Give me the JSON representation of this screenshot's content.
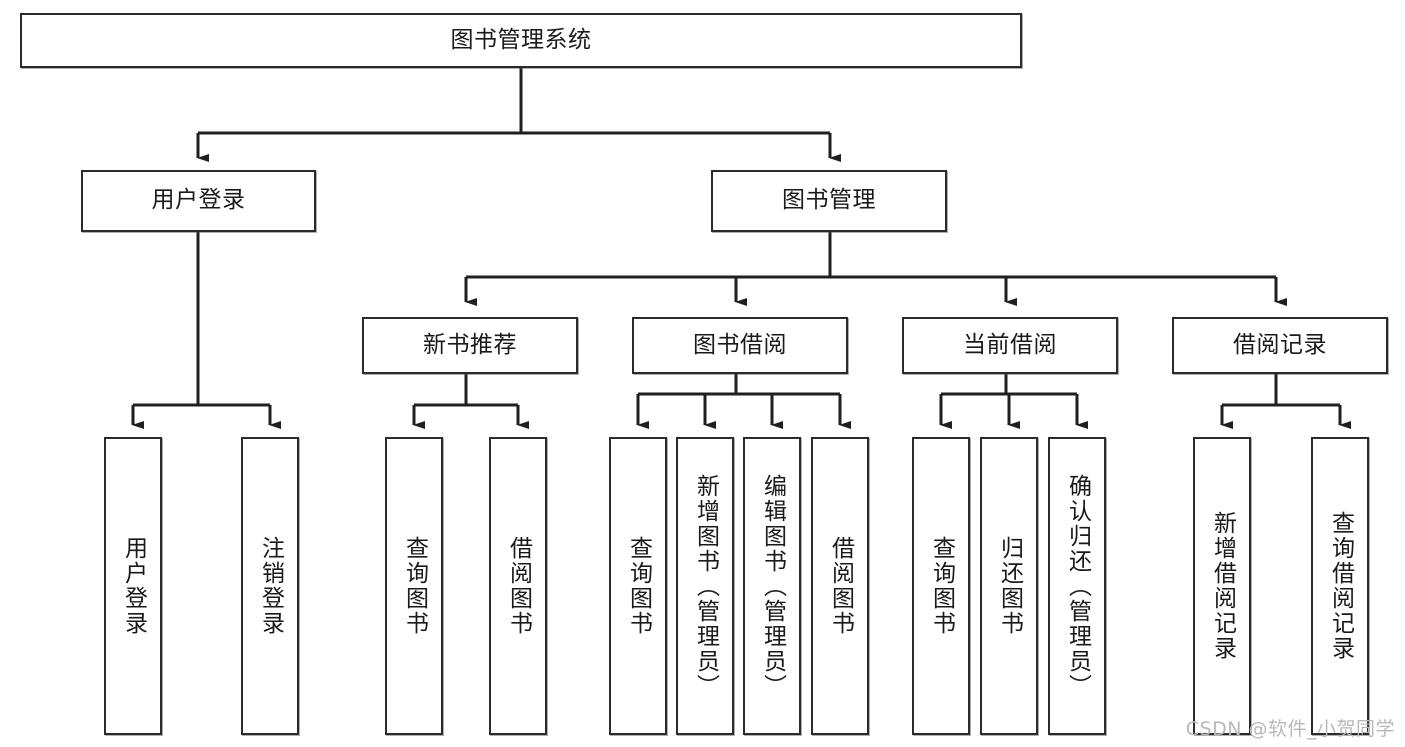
{
  "diagram": {
    "title": "图书管理系统",
    "type": "tree-hierarchy",
    "root": {
      "label": "图书管理系统",
      "orientation": "horizontal"
    },
    "level1": [
      {
        "label": "用户登录",
        "orientation": "horizontal"
      },
      {
        "label": "图书管理",
        "orientation": "horizontal"
      }
    ],
    "level2": [
      {
        "label": "新书推荐",
        "orientation": "horizontal",
        "parent": "图书管理"
      },
      {
        "label": "图书借阅",
        "orientation": "horizontal",
        "parent": "图书管理"
      },
      {
        "label": "当前借阅",
        "orientation": "horizontal",
        "parent": "图书管理"
      },
      {
        "label": "借阅记录",
        "orientation": "horizontal",
        "parent": "图书管理"
      }
    ],
    "leaves": [
      {
        "label": "用户登录",
        "orientation": "vertical",
        "parent": "用户登录"
      },
      {
        "label": "注销登录",
        "orientation": "vertical",
        "parent": "用户登录"
      },
      {
        "label": "查询图书",
        "orientation": "vertical",
        "parent": "新书推荐"
      },
      {
        "label": "借阅图书",
        "orientation": "vertical",
        "parent": "新书推荐"
      },
      {
        "label": "查询图书",
        "orientation": "vertical",
        "parent": "图书借阅"
      },
      {
        "label": "新增图书（管理员）",
        "orientation": "vertical",
        "parent": "图书借阅"
      },
      {
        "label": "编辑图书（管理员）",
        "orientation": "vertical",
        "parent": "图书借阅"
      },
      {
        "label": "借阅图书",
        "orientation": "vertical",
        "parent": "图书借阅"
      },
      {
        "label": "查询图书",
        "orientation": "vertical",
        "parent": "当前借阅"
      },
      {
        "label": "归还图书",
        "orientation": "vertical",
        "parent": "当前借阅"
      },
      {
        "label": "确认归还（管理员）",
        "orientation": "vertical",
        "parent": "当前借阅"
      },
      {
        "label": "新增借阅记录",
        "orientation": "vertical",
        "parent": "借阅记录"
      },
      {
        "label": "查询借阅记录",
        "orientation": "vertical",
        "parent": "借阅记录"
      }
    ],
    "colors": {
      "border": "#2b2b2b",
      "background": "#ffffff",
      "text": "#1a1a1a",
      "connector": "#1f1f1f",
      "watermark": "#b9b9b9"
    }
  },
  "watermark": {
    "text": "CSDN @软件_小贺同学"
  }
}
